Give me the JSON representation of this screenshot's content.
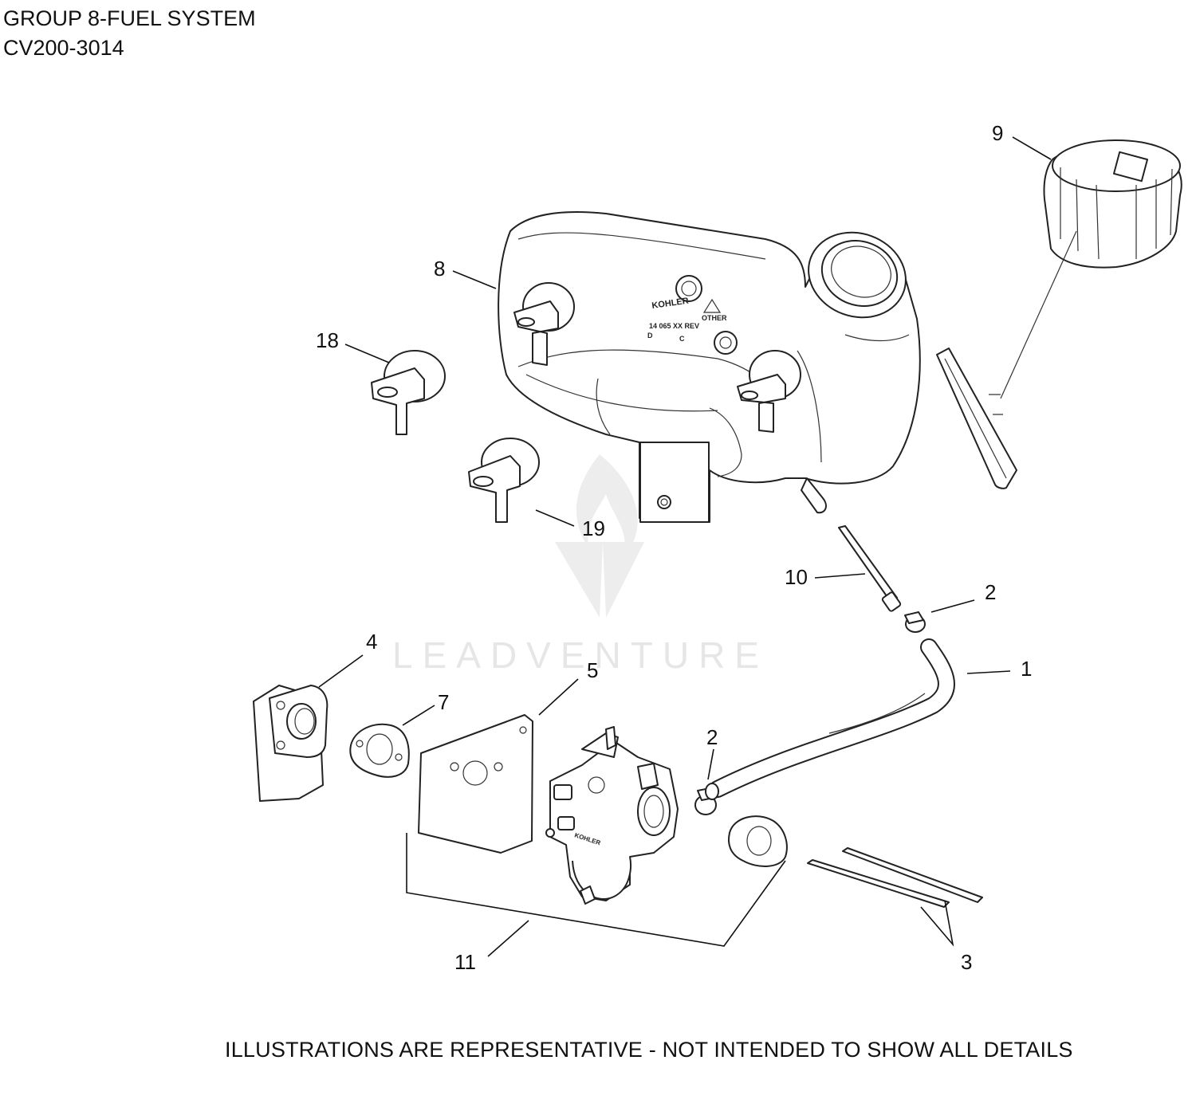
{
  "header": {
    "title": "GROUP 8-FUEL SYSTEM",
    "model": "CV200-3014"
  },
  "footer": {
    "note": "ILLUSTRATIONS ARE REPRESENTATIVE - NOT INTENDED TO SHOW ALL DETAILS"
  },
  "watermark": {
    "text": "LEADVENTURE"
  },
  "tank_markings": {
    "brand": "KOHLER",
    "other": "OTHER",
    "code": "14 065 XX REV",
    "d": "D",
    "c": "C"
  },
  "carb_marking": "KOHLER",
  "callouts": [
    "1",
    "2",
    "2",
    "3",
    "4",
    "5",
    "7",
    "8",
    "9",
    "10",
    "11",
    "18",
    "19"
  ]
}
